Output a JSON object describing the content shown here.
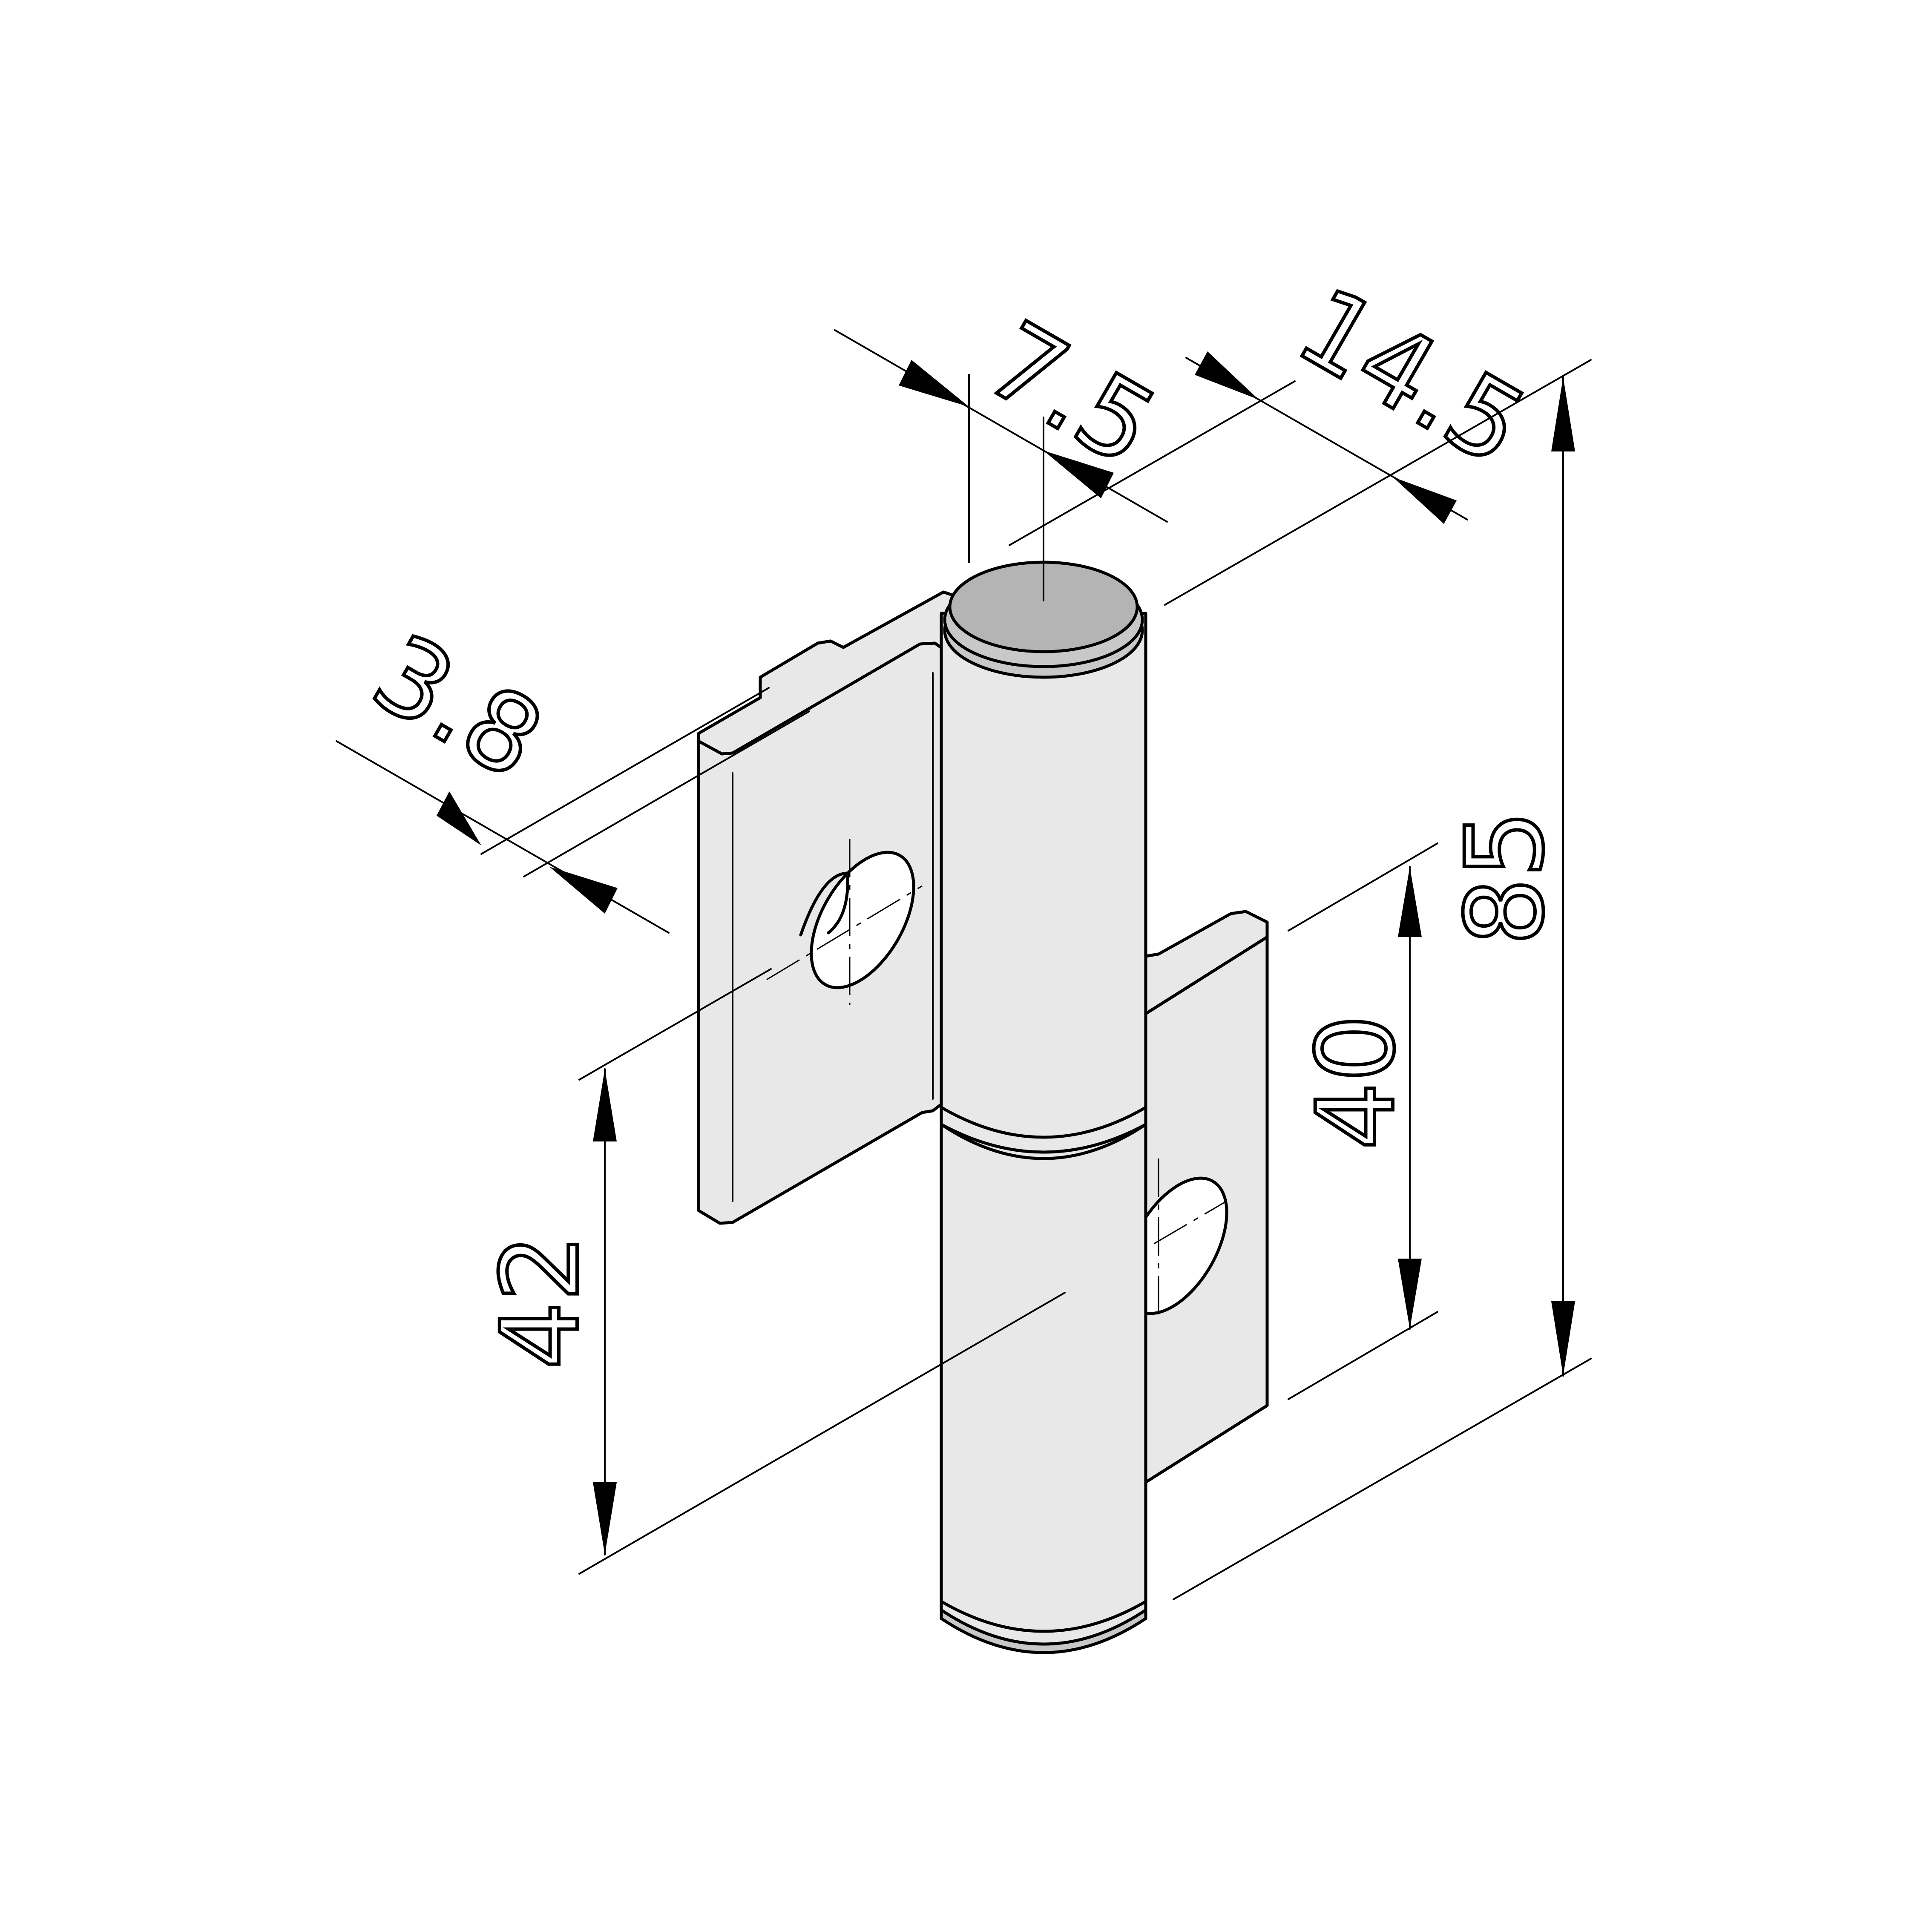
{
  "drawing": {
    "subject": "hinge",
    "colors": {
      "line": "#000000",
      "face": "#e8e8e8",
      "pin_top": "#b4b4b4",
      "background": "#ffffff"
    }
  },
  "dimensions": {
    "pin_diameter": "7.5",
    "leaf_width": "14.5",
    "leaf_thickness": "3.8",
    "hole_spacing_left": "42",
    "hole_spacing_right": "40",
    "total_height": "85"
  }
}
